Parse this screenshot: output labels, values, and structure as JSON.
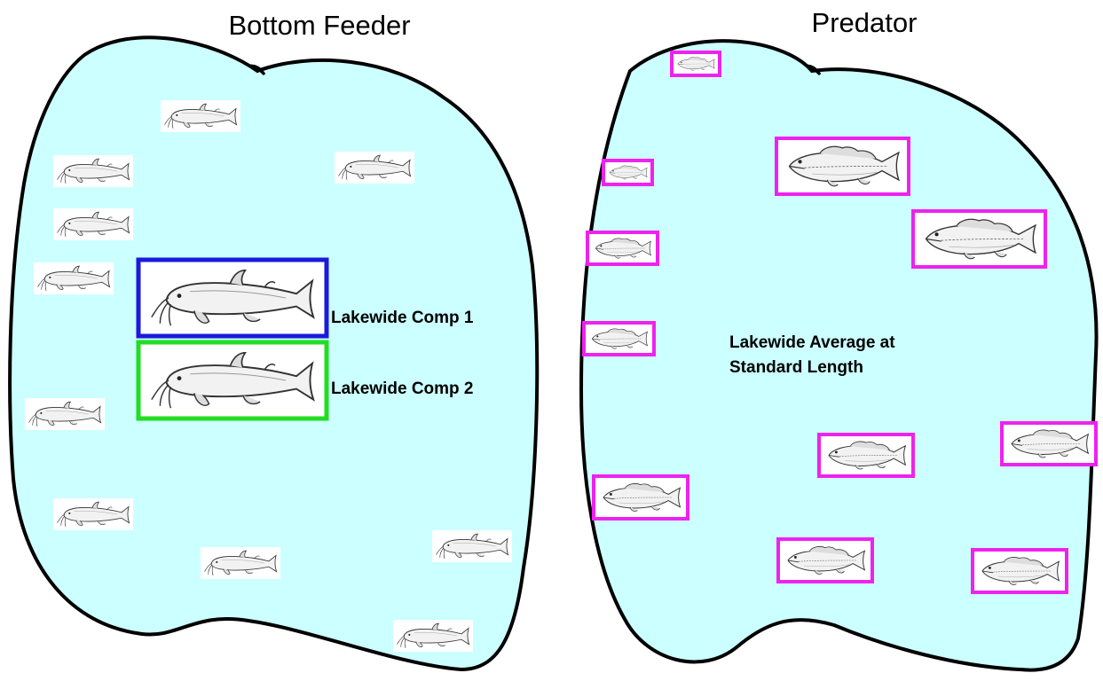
{
  "panels": {
    "left": {
      "title": "Bottom Feeder",
      "label_comp1": "Lakewide Comp 1",
      "label_comp2": "Lakewide Comp 2",
      "fish_type": "catfish",
      "comp1_color": "#1a1adc",
      "comp2_color": "#22dd22"
    },
    "right": {
      "title": "Predator",
      "label_line1": "Lakewide Average at",
      "label_line2": "Standard Length",
      "fish_type": "bass",
      "box_color": "#ee22ee"
    }
  },
  "colors": {
    "water": "#ccffff",
    "outline": "#000000"
  }
}
